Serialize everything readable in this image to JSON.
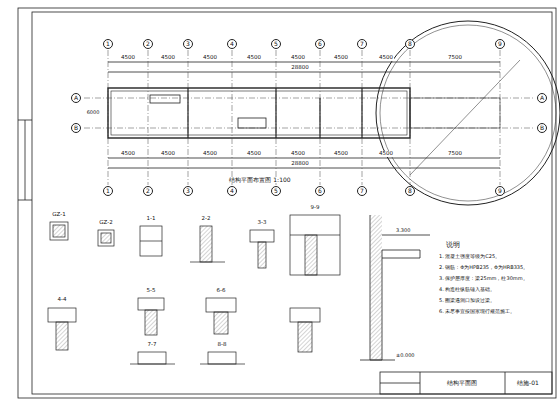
{
  "diagram": {
    "nodes": [
      {
        "text": [
          "1"
        ]
      },
      {
        "text": [
          "2"
        ]
      },
      {
        "text": [
          "3"
        ]
      },
      {
        "text": [
          "4"
        ]
      },
      {
        "text": [
          "5"
        ]
      },
      {
        "text": [
          "6"
        ]
      },
      {
        "text": [
          "7"
        ]
      },
      {
        "text": [
          "8"
        ]
      },
      {
        "text": [
          "9"
        ]
      },
      {
        "text": [
          "1"
        ]
      },
      {
        "text": [
          "2"
        ]
      },
      {
        "text": [
          "3"
        ]
      },
      {
        "text": [
          "4"
        ]
      },
      {
        "text": [
          "5"
        ]
      },
      {
        "text": [
          "6"
        ]
      },
      {
        "text": [
          "7"
        ]
      },
      {
        "text": [
          "8"
        ]
      },
      {
        "text": [
          "9"
        ]
      },
      {
        "text": [
          "A"
        ]
      },
      {
        "text": [
          "B"
        ]
      },
      {
        "text": [
          "A"
        ]
      },
      {
        "text": [
          "B"
        ]
      }
    ],
    "labels": [
      "4500",
      "4500",
      "4500",
      "4500",
      "4500",
      "4500",
      "4500",
      "7500",
      "28800",
      "4500",
      "4500",
      "4500",
      "4500",
      "4500",
      "4500",
      "4500",
      "7500",
      "28800",
      "6000",
      "GZ-1",
      "GZ-2",
      "1-1",
      "2-2",
      "3-3",
      "4-4",
      "5-5",
      "6-6",
      "7-7",
      "8-8",
      "9-9",
      "±0.000",
      "3.300",
      "说明",
      "1. 混凝土强度等级为C25。",
      "2. 钢筋：Φ为HPB235，Φ为HRB335。",
      "3. 保护层厚度：梁25mm，柱30mm。",
      "4. 构造柱纵筋锚入基础。",
      "5. 圈梁遇洞口加设过梁。",
      "6. 未尽事宜按国家现行规范施工。",
      "结构平面图",
      "结施-01",
      "结构平面布置图 1:100"
    ]
  }
}
